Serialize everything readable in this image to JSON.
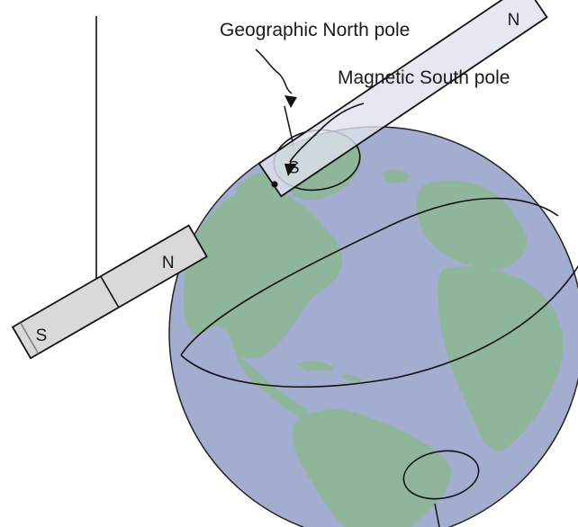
{
  "labels": {
    "geographic_north": "Geographic North pole",
    "magnetic_south": "Magnetic South pole"
  },
  "earth_magnet": {
    "top_pole": "S",
    "bottom_pole": "N"
  },
  "compass_magnet": {
    "left_pole": "S",
    "right_pole": "N"
  },
  "colors": {
    "ocean": "#a3adcf",
    "land": "#8fb59b",
    "magnet_fill": "#dfe2ee",
    "compass_fill": "#d9d9d9",
    "line": "#111111"
  }
}
